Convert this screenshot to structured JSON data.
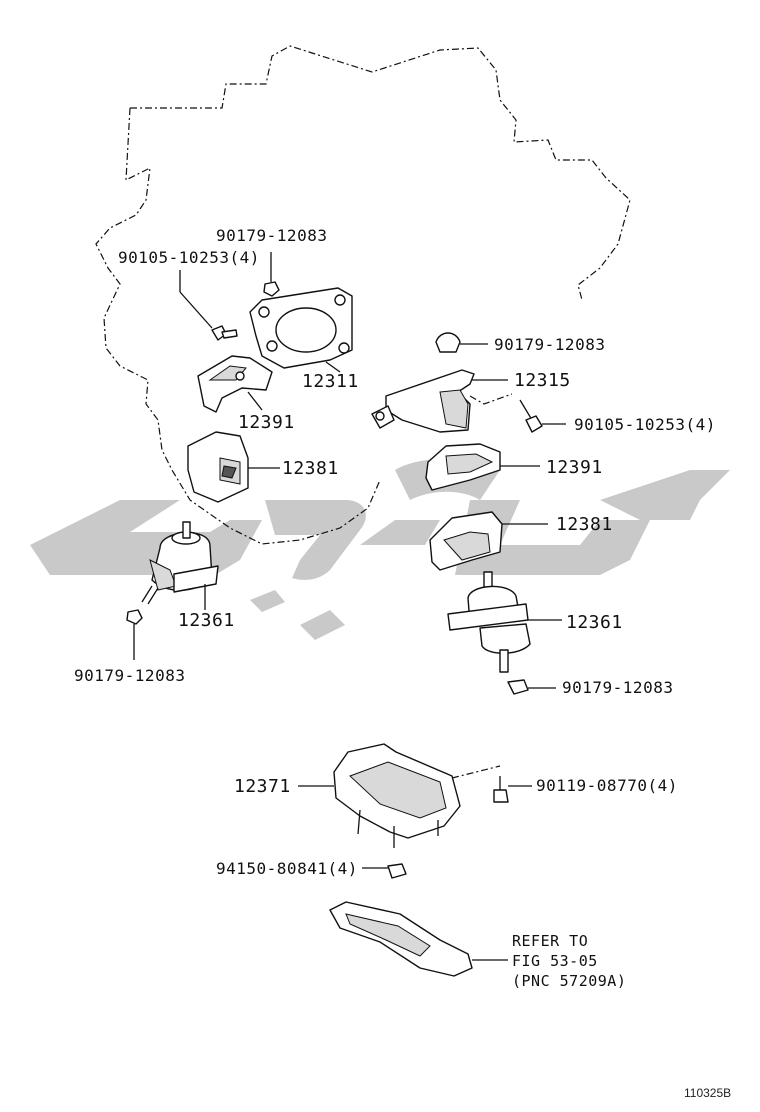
{
  "labels": {
    "bolt_top": "90179-12083",
    "bolt_left": "90105-10253(4)",
    "bracket_12311": "12311",
    "bracket_12391_left": "12391",
    "insulator_12381_left": "12381",
    "mount_12361_left": "12361",
    "nut_left_bottom": "90179-12083",
    "nut_right_top": "90179-12083",
    "bracket_12315": "12315",
    "bolt_right": "90105-10253(4)",
    "bracket_12391_right": "12391",
    "insulator_12381_right": "12381",
    "mount_12361_right": "12361",
    "nut_right_bottom": "90179-12083",
    "member_12371": "12371",
    "bolt_12371": "90119-08770(4)",
    "nut_94150": "94150-80841(4)",
    "refer_line1": "REFER TO",
    "refer_line2": "FIG 53-05",
    "refer_line3": "(PNC 57209A)"
  },
  "figure_id": "110325B",
  "watermark": {
    "color": "#c9c9c9"
  }
}
